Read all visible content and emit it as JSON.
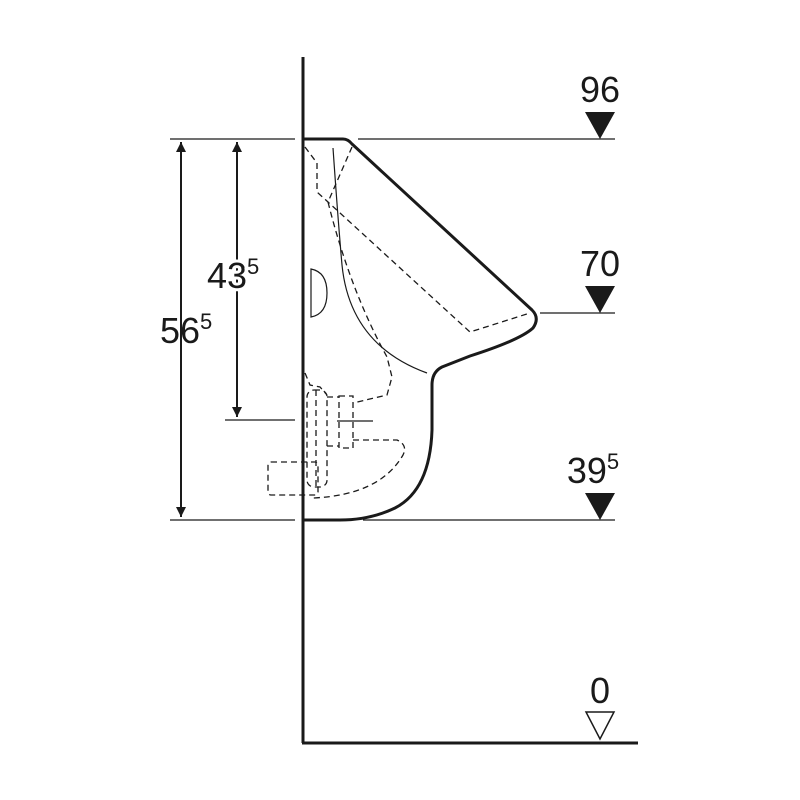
{
  "diagram": {
    "heights_right": [
      {
        "label": "96",
        "sup": "",
        "marker": "filled"
      },
      {
        "label": "70",
        "sup": "",
        "marker": "filled"
      },
      {
        "label": "39",
        "sup": "5",
        "marker": "filled"
      },
      {
        "label": "0",
        "sup": "",
        "marker": "open"
      }
    ],
    "dimensions_left": [
      {
        "label": "56",
        "sup": "5"
      },
      {
        "label": "43",
        "sup": "5"
      }
    ]
  }
}
